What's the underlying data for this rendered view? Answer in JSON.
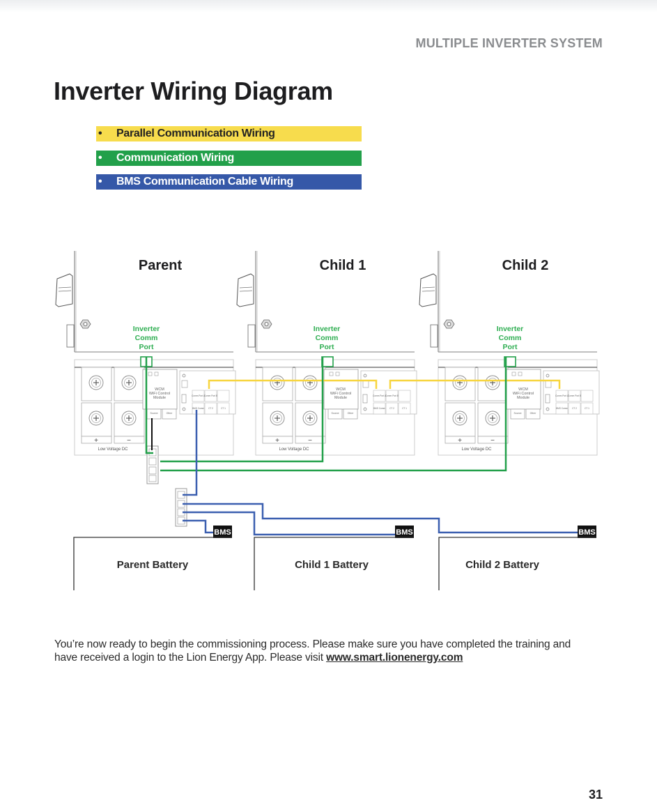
{
  "section_header": "MULTIPLE INVERTER SYSTEM",
  "page_title": "Inverter Wiring Diagram",
  "legend": [
    {
      "bullet": "•",
      "label": "Parallel Communication Wiring",
      "color": "#f7dc4d"
    },
    {
      "bullet": "•",
      "label": "Communication Wiring",
      "color": "#22a04a"
    },
    {
      "bullet": "•",
      "label": "BMS Communication Cable Wiring",
      "color": "#3558a8"
    }
  ],
  "diagram": {
    "units": [
      {
        "title": "Parent",
        "port_label": [
          "Inverter",
          "Comm",
          "Port"
        ]
      },
      {
        "title": "Child 1",
        "port_label": [
          "Inverter",
          "Comm",
          "Port"
        ]
      },
      {
        "title": "Child 2",
        "port_label": [
          "Inverter",
          "Comm",
          "Port"
        ]
      }
    ],
    "module": {
      "line1": "WCM",
      "line2": "WiFi Control",
      "line3": "Module",
      "port_a": "Source Comm",
      "port_b": "Other Comm"
    },
    "ports": {
      "comm_a": "Comm Port A",
      "comm_b": "Comm Port B",
      "bms": "BMS Comm",
      "ct2": "CT 2",
      "ct1": "CT 1"
    },
    "terminal_plus": "+",
    "terminal_minus": "−",
    "low_voltage_label": "Low Voltage DC",
    "bms_tag": "BMS",
    "batteries": [
      {
        "label": "Parent Battery"
      },
      {
        "label": "Child 1 Battery"
      },
      {
        "label": "Child 2 Battery"
      }
    ],
    "wire_colors": {
      "parallel": "#f7d53f",
      "comm": "#22a04a",
      "bms": "#3b5fb0"
    }
  },
  "footer": {
    "text": "You’re now ready to begin the commissioning process. Please make sure you have completed the training and have received a login to the Lion Energy App. Please visit ",
    "link": "www.smart.lionenergy.com"
  },
  "page_number": "31"
}
